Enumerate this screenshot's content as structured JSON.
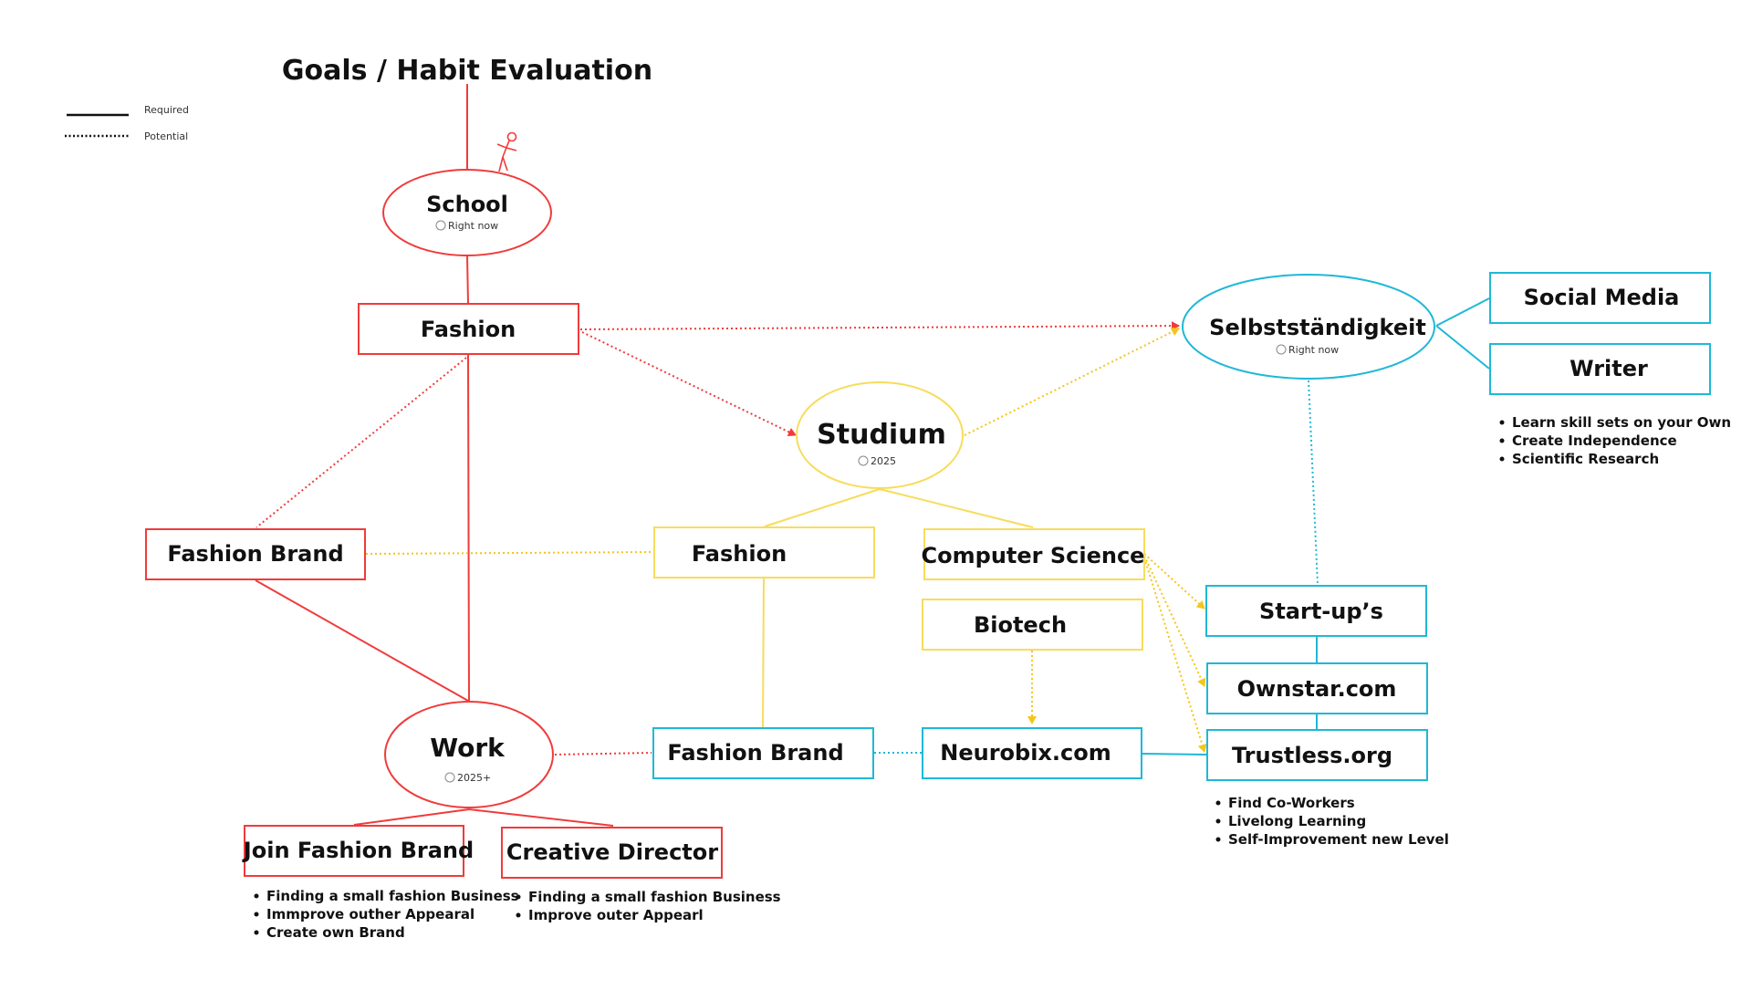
{
  "title": "Goals / Habit Evaluation",
  "legend": {
    "required": "Required",
    "potential": "Potential"
  },
  "colors": {
    "red": "#f03b3b",
    "yellow": "#f7dc5c",
    "blue": "#1fb8d6",
    "arrow_yellow": "#f5c518"
  },
  "nodes": {
    "school": {
      "label": "School",
      "sub": "Right now"
    },
    "fashion_top": {
      "label": "Fashion"
    },
    "selbst": {
      "label": "Selbstständigkeit",
      "sub": "Right now"
    },
    "social_media": {
      "label": "Social Media"
    },
    "writer": {
      "label": "Writer"
    },
    "studium": {
      "label": "Studium",
      "sub": "2025"
    },
    "fashion_brand_left": {
      "label": "Fashion Brand"
    },
    "fashion_mid": {
      "label": "Fashion"
    },
    "computer_science": {
      "label": "Computer Science"
    },
    "biotech": {
      "label": "Biotech"
    },
    "startups": {
      "label": "Start-up’s"
    },
    "ownstar": {
      "label": "Ownstar.com"
    },
    "trustless": {
      "label": "Trustless.org"
    },
    "work": {
      "label": "Work",
      "sub": "2025+"
    },
    "fashion_brand_bottom": {
      "label": "Fashion Brand"
    },
    "neurobix": {
      "label": "Neurobix.com"
    },
    "join_fashion_brand": {
      "label": "Join Fashion Brand"
    },
    "creative_director": {
      "label": "Creative Director"
    }
  },
  "lists": {
    "writer_bullets": [
      "Learn skill sets on your Own",
      "Create Independence",
      "Scientific Research"
    ],
    "trustless_bullets": [
      "Find Co-Workers",
      "Livelong Learning",
      "Self-Improvement new Level"
    ],
    "join_bullets": [
      "Finding a small fashion Business",
      "Immprove outher Appearal",
      "Create own Brand"
    ],
    "creative_bullets": [
      "Finding a small fashion Business",
      "Improve outer Appearl"
    ]
  }
}
